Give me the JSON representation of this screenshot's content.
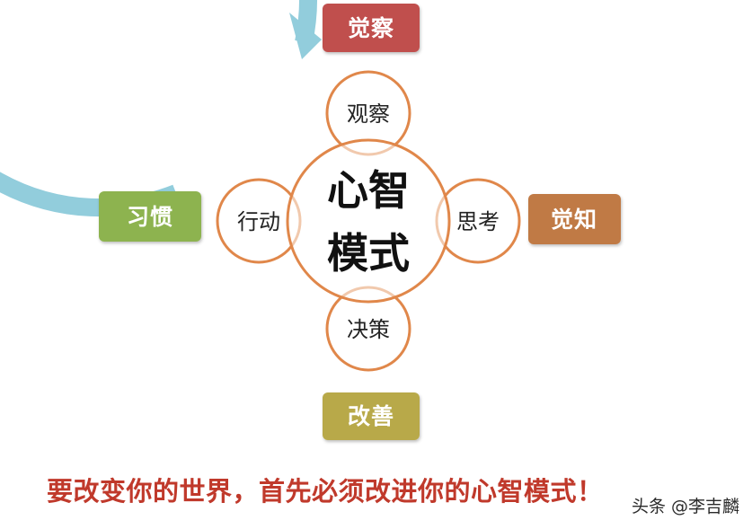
{
  "cycle": {
    "top": {
      "label": "觉察",
      "color": "#c0504d"
    },
    "right": {
      "label": "觉知",
      "color": "#c07a45"
    },
    "bottom": {
      "label": "改善",
      "color": "#b8a948"
    },
    "left": {
      "label": "习惯",
      "color": "#8db350"
    },
    "arrow_color": "#92cddc"
  },
  "ring": {
    "top": "观察",
    "right": "思考",
    "bottom": "决策",
    "left": "行动",
    "stroke_color": "#e0874a"
  },
  "core": {
    "line1": "心智",
    "line2": "模式"
  },
  "slogan": "要改变你的世界，首先必须改进你的心智模式！",
  "watermark": "头条 @李吉麟"
}
